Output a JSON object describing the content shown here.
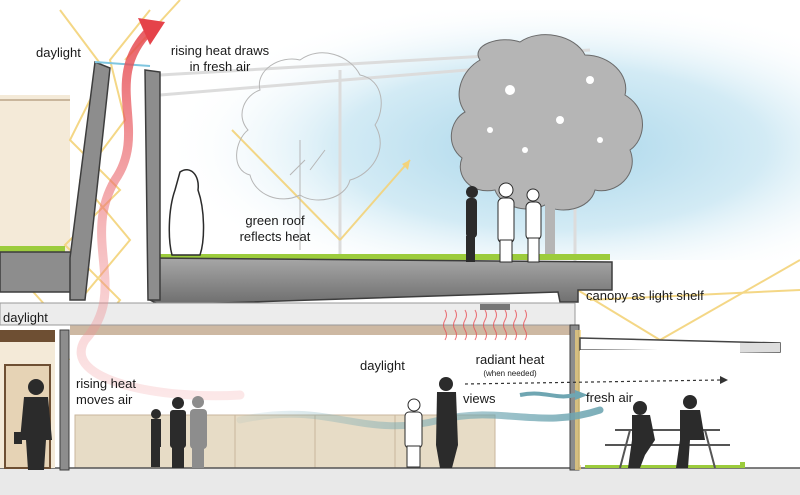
{
  "labels": {
    "daylight_top": "daylight",
    "rising_heat_draws_1": "rising heat draws",
    "rising_heat_draws_2": "in fresh air",
    "green_roof_1": "green roof",
    "green_roof_2": "reflects heat",
    "daylight_left": "daylight",
    "canopy": "canopy as light shelf",
    "daylight_mid": "daylight",
    "radiant_heat": "radiant heat",
    "when_needed": "(when needed)",
    "rising_heat_moves_1": "rising heat",
    "rising_heat_moves_2": "moves air",
    "views": "views",
    "fresh_air": "fresh air"
  },
  "colors": {
    "sky_blue": "#bfe0ee",
    "wall_gray": "#8d8d8d",
    "wall_dark": "#4f4f4f",
    "roof_green": "#9ccc3c",
    "light_ray": "#f3d37a",
    "heat_red": "#e9545a",
    "air_teal": "#6fa6b2",
    "silhouette": "#2b2b2b",
    "cabinet": "#e7dcc6",
    "beam_brown": "#b9a089"
  }
}
